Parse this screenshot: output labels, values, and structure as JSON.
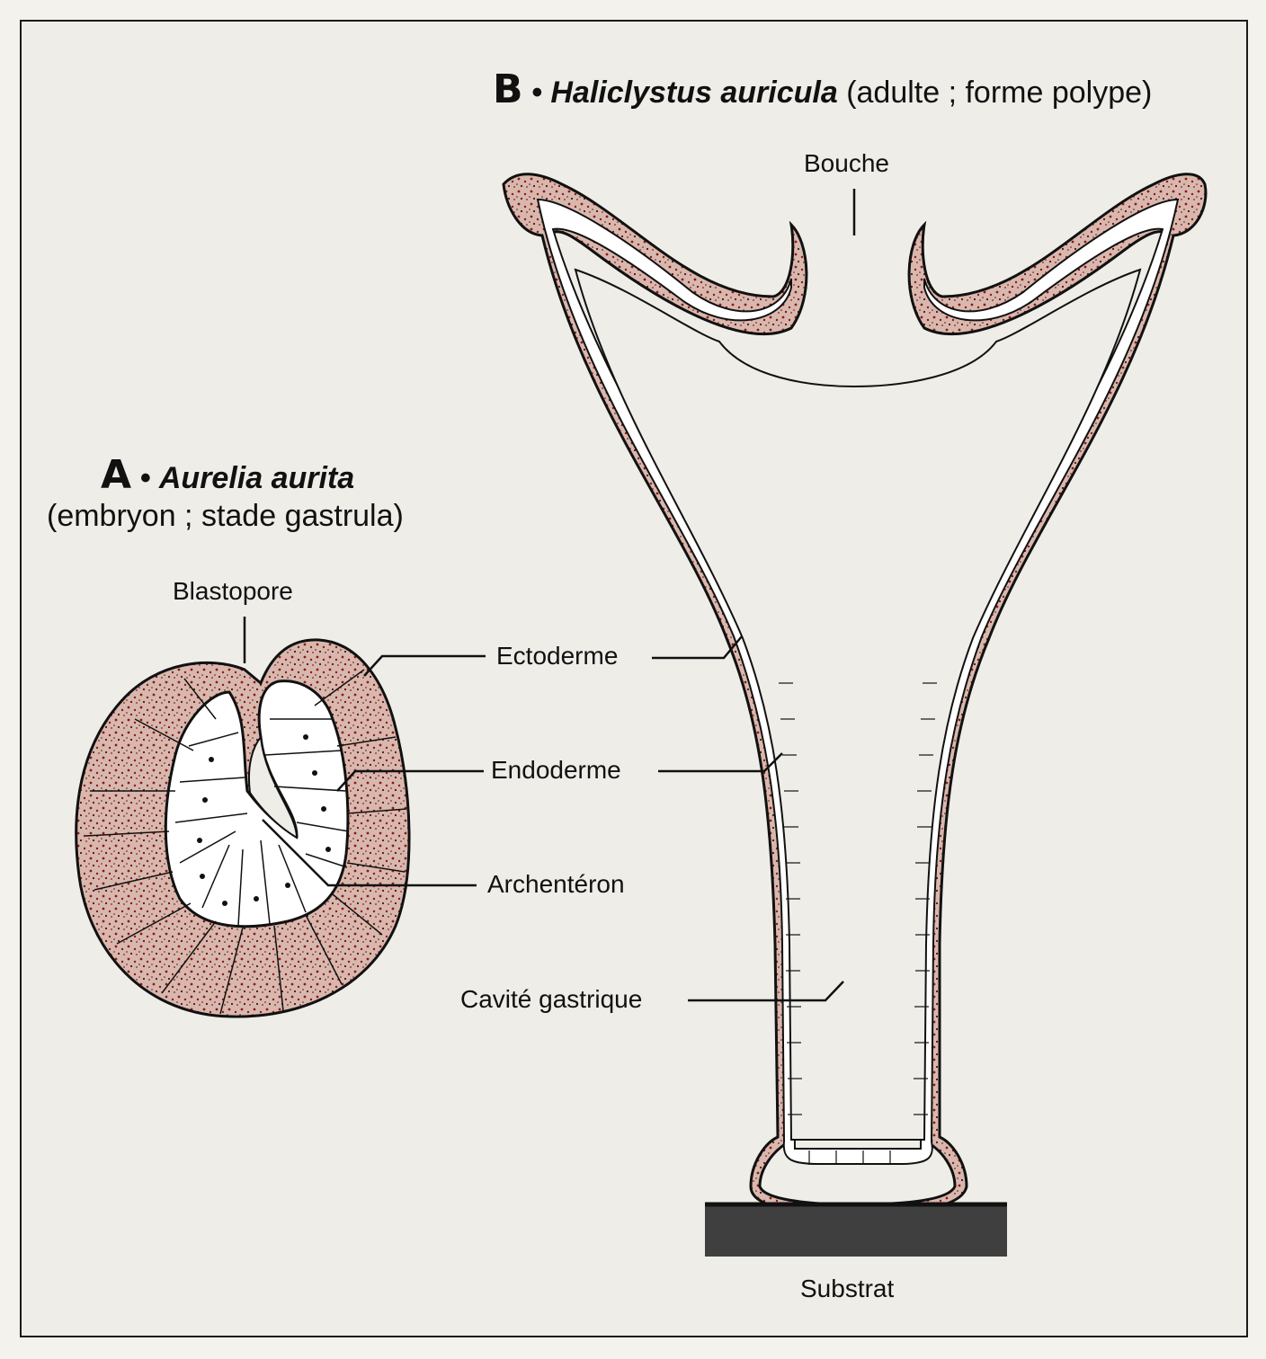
{
  "panel_b": {
    "letter": "B",
    "bullet": "•",
    "species": "Haliclystus auricula",
    "note": "(adulte ; forme polype)"
  },
  "panel_a": {
    "letter": "A",
    "bullet": "•",
    "species": "Aurelia aurita",
    "note": "(embryon ; stade gastrula)"
  },
  "labels": {
    "bouche": "Bouche",
    "blastopore": "Blastopore",
    "ectoderme": "Ectoderme",
    "endoderme": "Endoderme",
    "archenteron": "Archentéron",
    "cavite": "Cavité gastrique",
    "substrat": "Substrat"
  },
  "colors": {
    "ectoderm_fill": "#c9a79d",
    "ectoderm_speckle": "#8b1a14",
    "endoderm_fill": "#ffffff",
    "substrate": "#3f3f3f",
    "line": "#111111"
  }
}
